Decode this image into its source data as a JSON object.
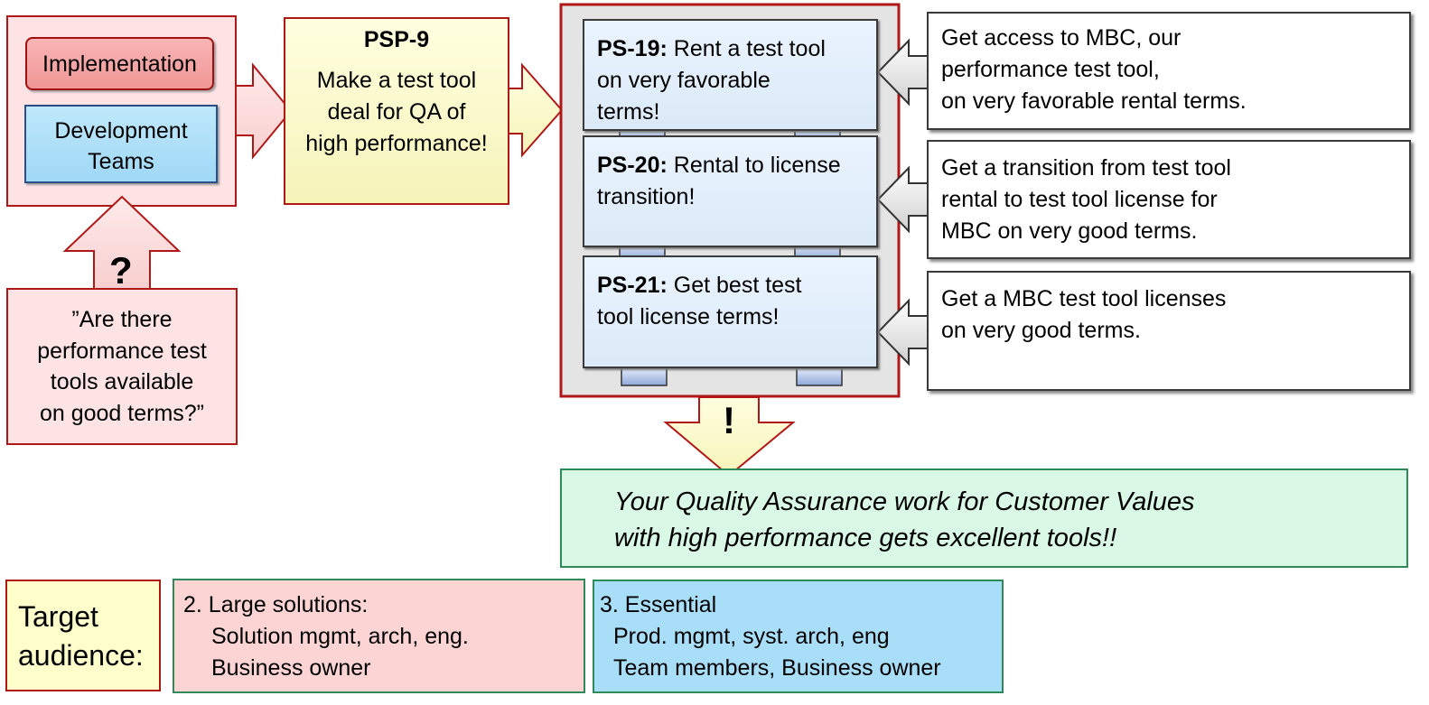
{
  "teams": {
    "implementation": "Implementation",
    "development": [
      "Development",
      "Teams"
    ]
  },
  "question": {
    "mark": "?",
    "lines": [
      "”Are there",
      "performance test",
      "tools available",
      "on good terms?”"
    ]
  },
  "psp": {
    "id": "PSP-9",
    "lines": [
      "Make a test tool",
      "deal for QA of",
      "high performance!"
    ]
  },
  "ps_items": [
    {
      "id": "PS-19:",
      "lines": [
        "Rent a test tool",
        "on very favorable",
        "terms!"
      ]
    },
    {
      "id": "PS-20:",
      "lines": [
        "Rental to license",
        "transition!"
      ]
    },
    {
      "id": "PS-21:",
      "lines": [
        "Get best test",
        "tool license terms!"
      ]
    }
  ],
  "descriptions": [
    [
      "Get access to MBC, our",
      "performance test tool,",
      "on very favorable rental terms."
    ],
    [
      "Get a transition from test tool",
      "rental to test tool license for",
      "MBC on very good terms."
    ],
    [
      "Get a MBC test tool licenses",
      "on very good terms."
    ]
  ],
  "result": {
    "mark": "!",
    "lines": [
      "Your Quality Assurance work for Customer Values",
      "with high performance gets excellent tools!!"
    ]
  },
  "audience": {
    "label": [
      "Target",
      "audience:"
    ],
    "large": [
      "2. Large solutions:",
      "Solution mgmt, arch, eng.",
      "Business owner"
    ],
    "essential": [
      "3. Essential",
      "Prod. mgmt, syst. arch, eng",
      "Team members, Business owner"
    ]
  },
  "colors": {
    "pink": "#fde0e0",
    "red_border": "#b01818",
    "yellow": "#ffffcc",
    "blue": "#a8ddf7",
    "green": "#d6f7e4",
    "green_border": "#2e8b57"
  }
}
